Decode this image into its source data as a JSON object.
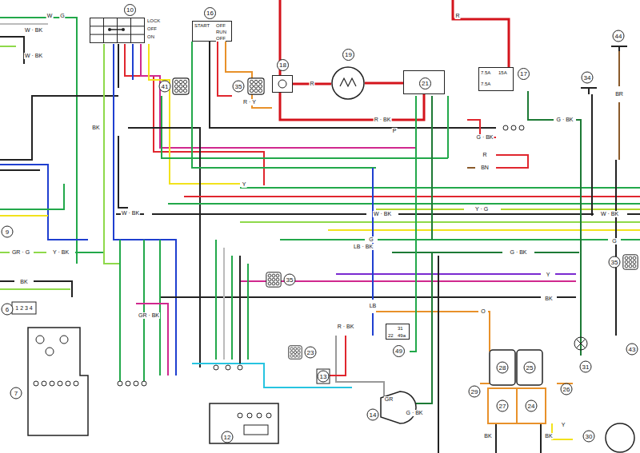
{
  "diagram": {
    "nodes": [
      {
        "text": [
          "10",
          "LOCK",
          "OFF",
          "ON"
        ]
      },
      {
        "text": [
          "16",
          "START",
          "OFF",
          "RUN",
          "OFF"
        ]
      },
      {
        "text": [
          "18"
        ]
      },
      {
        "text": [
          "19"
        ]
      },
      {
        "text": [
          "21"
        ]
      },
      {
        "text": [
          "7.5A",
          "15A",
          "7.5A",
          "17"
        ]
      },
      {
        "text": [
          "22",
          "31",
          "49a",
          "49"
        ]
      }
    ],
    "edges": [
      {
        "from": 2,
        "to": 3,
        "label": "R",
        "arrow": "none"
      },
      {
        "from": 3,
        "to": 4,
        "arrow": "none"
      }
    ],
    "labels": [
      "W",
      "G",
      "W · BK",
      "W · BK",
      "BK",
      "R · Y",
      "R",
      "R · BK",
      "P",
      "G · BK",
      "R",
      "BN",
      "G · BK",
      "BR",
      "Y",
      "W · BK",
      "W · BK",
      "Y · G",
      "W · BK",
      "G",
      "LB · BK",
      "G · BK",
      "G",
      "Y",
      "BK",
      "O",
      "LB",
      "GR · G",
      "Y · BK",
      "BK",
      "GR · BK",
      "R · BK",
      "GR",
      "G · BK",
      "BK",
      "BK",
      "Y",
      "1 2 3 4",
      "41",
      "35",
      "34",
      "44",
      "35",
      "35",
      "23",
      "13",
      "14",
      "28",
      "25",
      "27",
      "24",
      "29",
      "26",
      "31",
      "30",
      "43",
      "12",
      "7",
      "6",
      "9"
    ]
  }
}
